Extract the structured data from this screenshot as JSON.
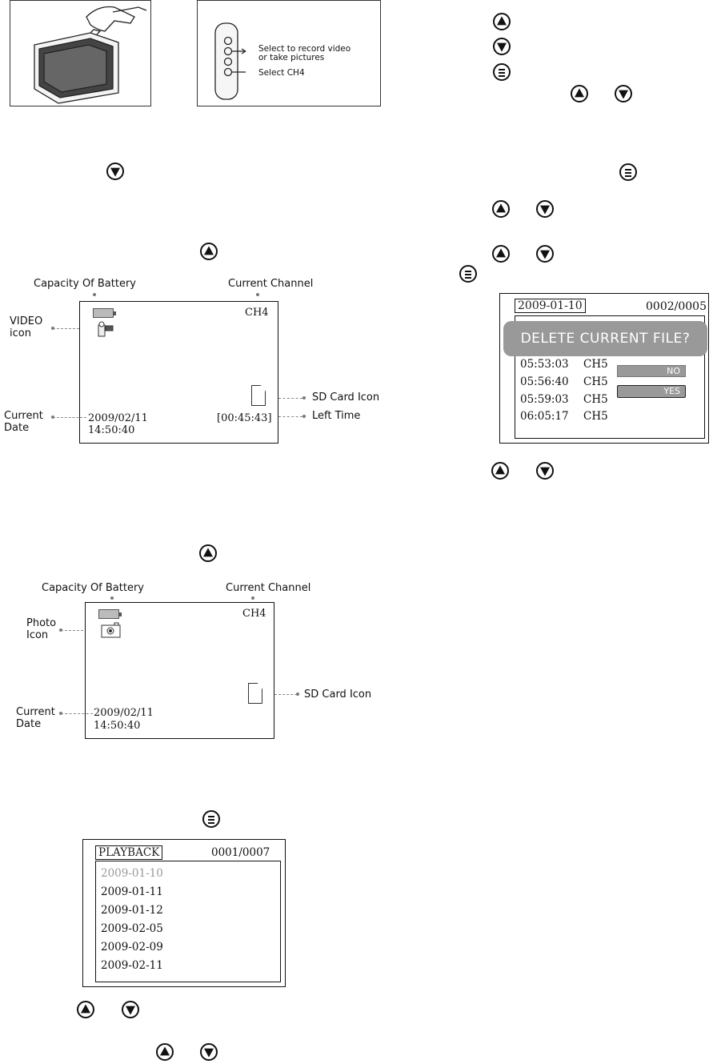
{
  "top_panels": {
    "left_photo": {
      "icon": "hand-pressing-device-icon"
    },
    "right_photo": {
      "callouts": [
        "Select to record video\nor take pictures",
        "Select CH4"
      ]
    }
  },
  "video_screen": {
    "labels": {
      "battery": "Capacity Of Battery",
      "channel": "Current Channel",
      "video_icon": "VIDEO\nicon",
      "sd_card": "SD Card Icon",
      "left_time": "Left Time",
      "current_date": "Current\nDate"
    },
    "screen": {
      "channel": "CH4",
      "date": "2009/02/11",
      "time": "14:50:40",
      "left_time": "[00:45:43]"
    }
  },
  "photo_screen": {
    "labels": {
      "battery": "Capacity Of Battery",
      "channel": "Current Channel",
      "photo_icon": "Photo\nIcon",
      "sd_card": "SD Card Icon",
      "current_date": "Current\nDate"
    },
    "screen": {
      "channel": "CH4",
      "date": "2009/02/11",
      "time": "14:50:40"
    }
  },
  "playback_screen": {
    "header": "PLAYBACK",
    "counter": "0001/0007",
    "items": [
      "2009-01-10",
      "2009-01-11",
      "2009-01-12",
      "2009-02-05",
      "2009-02-09",
      "2009-02-11"
    ],
    "selected_index": 0
  },
  "delete_screen": {
    "header_date": "2009-01-10",
    "counter": "0002/0005",
    "banner": "DELETE CURRENT FILE?",
    "rows": [
      {
        "time": "05:53:03",
        "channel": "CH5"
      },
      {
        "time": "05:56:40",
        "channel": "CH5"
      },
      {
        "time": "05:59:03",
        "channel": "CH5"
      },
      {
        "time": "06:05:17",
        "channel": "CH5"
      }
    ],
    "options": [
      "NO",
      "YES"
    ],
    "selected_option": "YES"
  },
  "icons": {
    "up": "up-arrow-button-icon",
    "down": "down-arrow-button-icon",
    "menu": "menu-button-icon"
  }
}
